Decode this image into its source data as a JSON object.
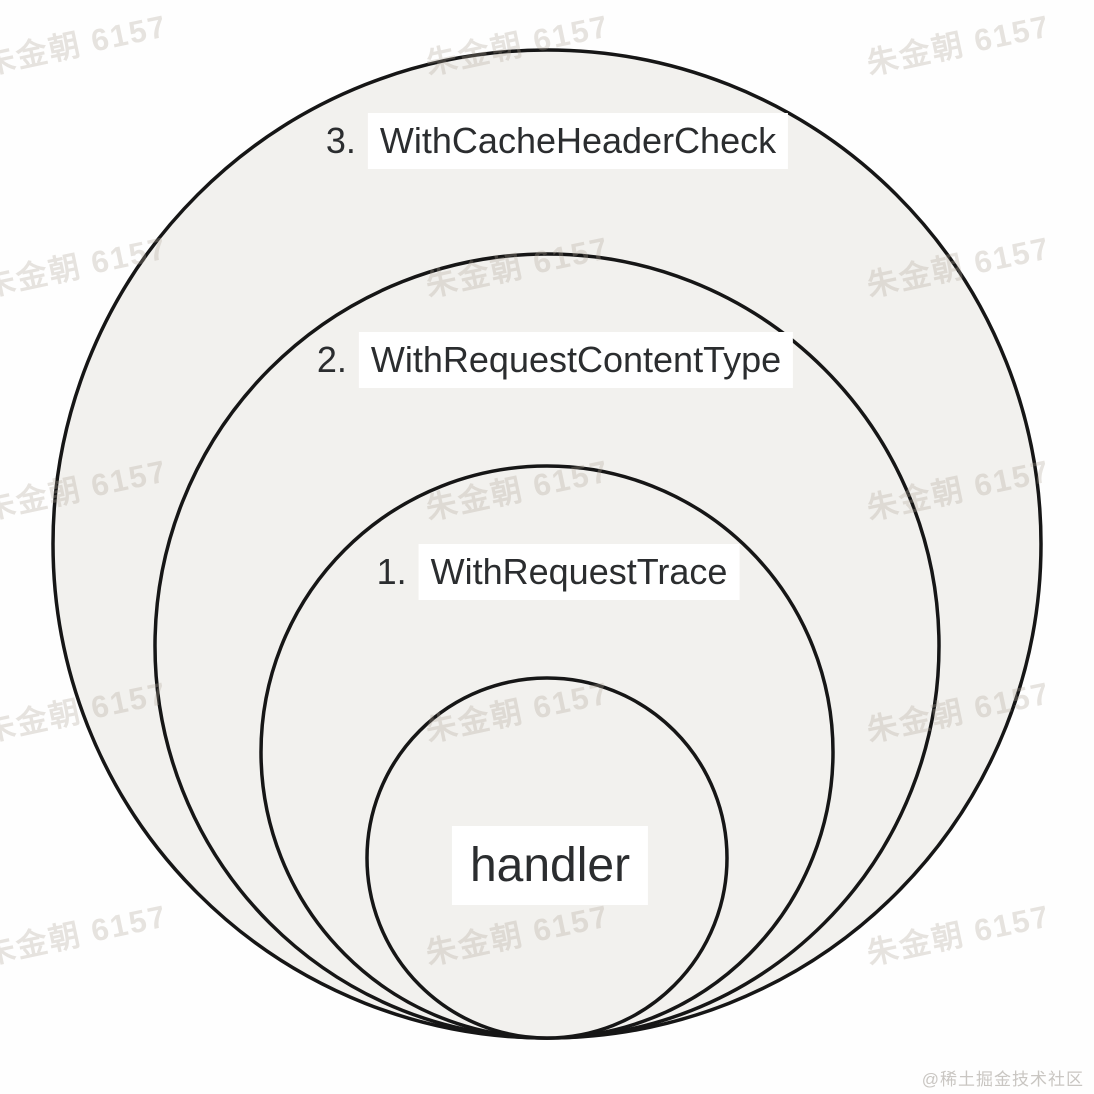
{
  "diagram": {
    "title_hint": "nested middleware onion diagram",
    "rings": [
      {
        "prefix": "3.",
        "name": "WithCacheHeaderCheck"
      },
      {
        "prefix": "2.",
        "name": "WithRequestContentType"
      },
      {
        "prefix": "1.",
        "name": "WithRequestTrace"
      },
      {
        "prefix": "",
        "name": "handler"
      }
    ]
  },
  "watermark": {
    "text": "朱金朝 6157"
  },
  "credit": {
    "text": "@稀土掘金技术社区"
  },
  "colors": {
    "ring_fill": "#f2f1ee",
    "ring_stroke": "#161616",
    "label_text": "#2b2d2f",
    "label_background": "#ffffff",
    "watermark_text": "#e7e3dc",
    "credit_text": "#c9c6c2",
    "page_background": "#fefefe"
  }
}
